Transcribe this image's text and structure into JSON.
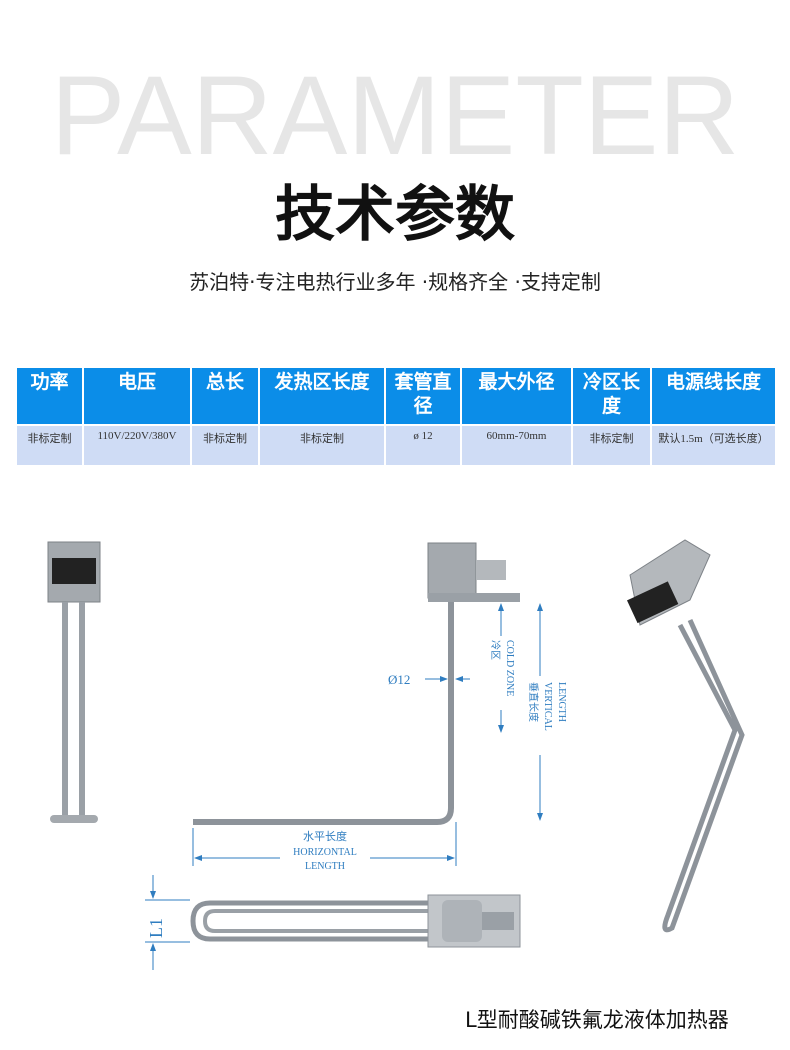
{
  "header": {
    "watermark": "PARAMETER",
    "title": "技术参数",
    "subtitle": "苏泊特·专注电热行业多年 ·规格齐全 ·支持定制"
  },
  "table": {
    "headers": [
      "功率",
      "电压",
      "总长",
      "发热区长度",
      "套管直径",
      "最大外径",
      "冷区长度",
      "电源线长度"
    ],
    "rows": [
      [
        "非标定制",
        "110V/220V/380V",
        "非标定制",
        "非标定制",
        "ø 12",
        "60mm-70mm",
        "非标定制",
        "默认1.5m（可选长度）"
      ]
    ]
  },
  "drawing": {
    "diameter": "Ø12",
    "cold_zone_cn": "冷区",
    "cold_zone_en": "COLD ZONE",
    "vertical_cn": "垂直长度",
    "vertical_en1": "VERTICAL",
    "vertical_en2": "LENGTH",
    "horizontal_cn": "水平长度",
    "horizontal_en1": "HORIZONTAL",
    "horizontal_en2": "LENGTH",
    "l1": "L1"
  },
  "caption": "L型耐酸碱铁氟龙液体加热器",
  "colors": {
    "header_blue": "#0b8de8",
    "row_blue": "#cfdcf5",
    "dim_blue": "#2f7dc0"
  }
}
